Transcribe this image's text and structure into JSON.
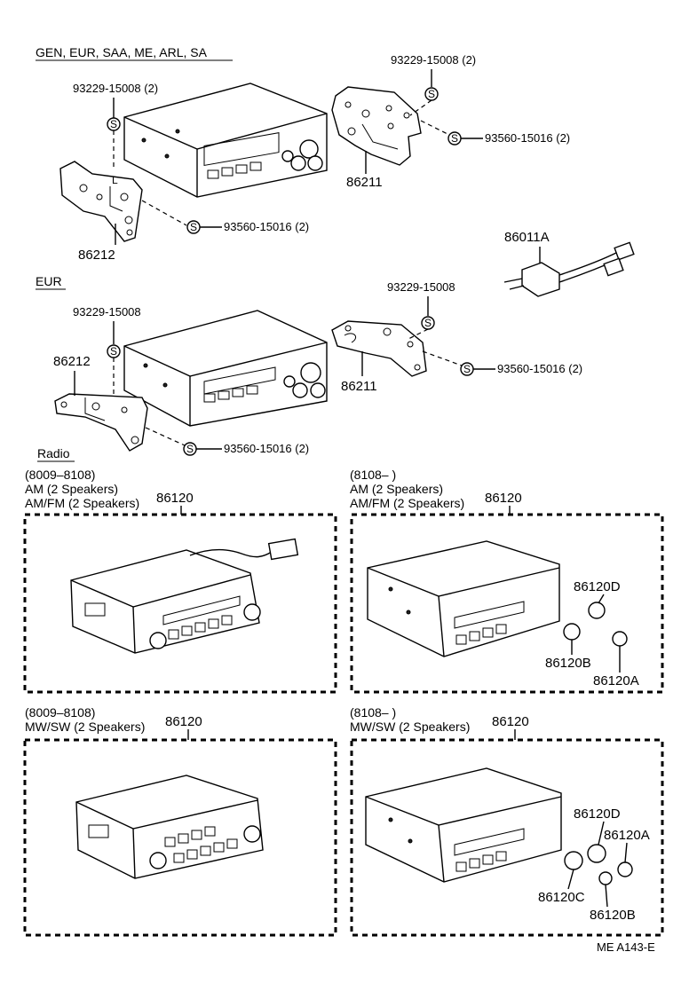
{
  "sections": {
    "top_header": "GEN, EUR, SAA, ME, ARL, SA",
    "eur_header": "EUR",
    "radio_header": "Radio"
  },
  "parts": {
    "p1_bolt_left": "93229-15008 (2)",
    "p1_bolt_right": "93229-15008 (2)",
    "p1_screw_left": "93560-15016 (2)",
    "p1_screw_right": "93560-15016 (2)",
    "p1_bracket_left": "86212",
    "p1_bracket_right": "86211",
    "connector": "86011A",
    "p2_bolt_left": "93229-15008",
    "p2_bolt_right": "93229-15008",
    "p2_screw_left": "93560-15016 (2)",
    "p2_screw_right": "93560-15016 (2)",
    "p2_bracket_left": "86212",
    "p2_bracket_right": "86211"
  },
  "panels": [
    {
      "period": "(8009–8108)",
      "line1": "AM (2 Speakers)",
      "line2": "AM/FM (2 Speakers)",
      "part": "86120"
    },
    {
      "period": "(8108–        )",
      "line1": "AM (2 Speakers)",
      "line2": "AM/FM (2 Speakers)",
      "part": "86120",
      "knobs": [
        "86120D",
        "86120B",
        "86120A"
      ]
    },
    {
      "period": "(8009–8108)",
      "line1": "MW/SW (2 Speakers)",
      "part": "86120"
    },
    {
      "period": "(8108–        )",
      "line1": "MW/SW (2 Speakers)",
      "part": "86120",
      "knobs": [
        "86120D",
        "86120A",
        "86120C",
        "86120B"
      ]
    }
  ],
  "footer_code": "ME A143-E",
  "icons": [
    "screw-s-icon",
    "radio-unit-icon",
    "bracket-icon",
    "connector-icon",
    "knob-icon"
  ]
}
